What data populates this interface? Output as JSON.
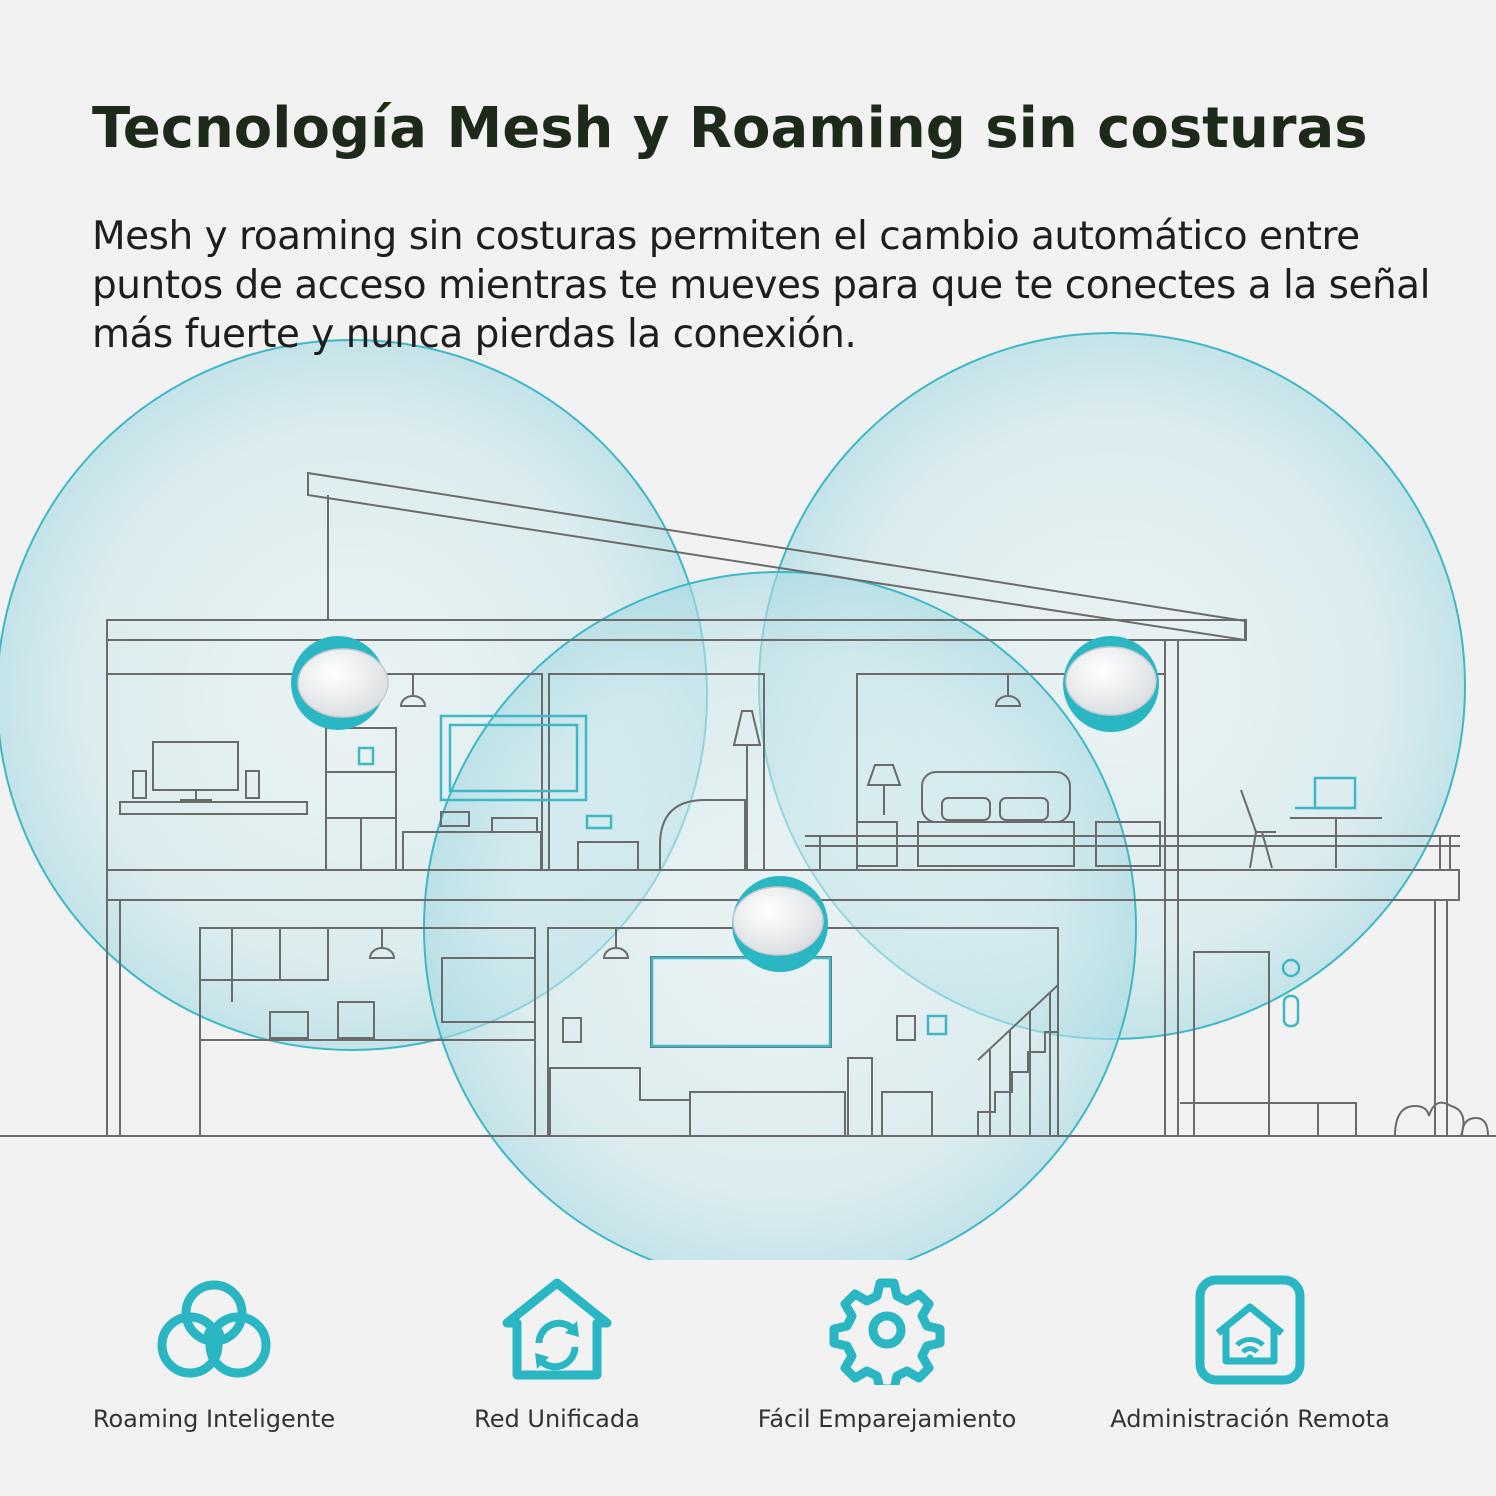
{
  "header": {
    "title": "Tecnología Mesh y Roaming sin costuras",
    "description": "Mesh y roaming sin costuras permiten el cambio automático entre puntos de acceso mientras te mueves para que te conectes a la señal más fuerte y nunca pierdas la conexión."
  },
  "features": [
    {
      "label": "Roaming Inteligente",
      "icon": "overlapping-circles-icon"
    },
    {
      "label": "Red Unificada",
      "icon": "house-sync-icon"
    },
    {
      "label": "Fácil Emparejamiento",
      "icon": "gear-icon"
    },
    {
      "label": "Administración Remota",
      "icon": "remote-home-wifi-icon"
    }
  ],
  "colors": {
    "accent": "#2bb6c4",
    "coverage_fill": "#cfe9ee",
    "line": "#6b6b6b",
    "title": "#1d2a1a"
  }
}
